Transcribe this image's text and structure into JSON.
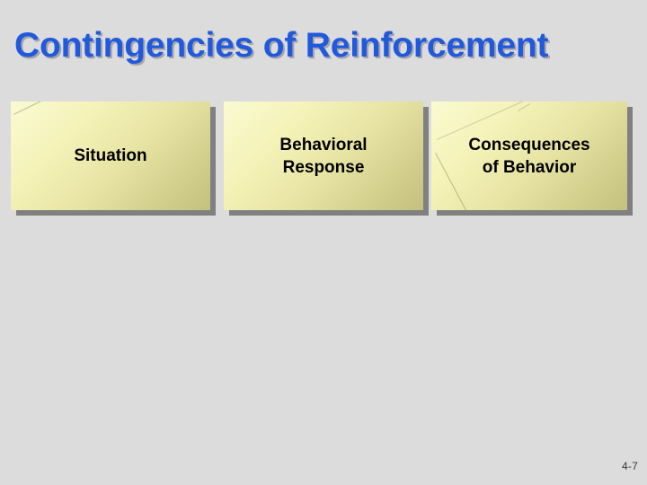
{
  "slide": {
    "title": "Contingencies of Reinforcement",
    "title_color": "#2159dd",
    "background_color": "#dcdcdc",
    "page_marker": "4-7"
  },
  "boxes": [
    {
      "id": "situation",
      "label": "Situation",
      "fill_start_color": "#fafad2",
      "fill_end_color": "#c4c07e",
      "shadow_color": "#808080"
    },
    {
      "id": "behavioral-response",
      "label": "Behavioral\nResponse",
      "fill_start_color": "#fafad2",
      "fill_end_color": "#c4c07e",
      "shadow_color": "#808080"
    },
    {
      "id": "consequences-of-behavior",
      "label": "Consequences\nof Behavior",
      "fill_start_color": "#fafad2",
      "fill_end_color": "#c4c07e",
      "shadow_color": "#808080"
    }
  ]
}
